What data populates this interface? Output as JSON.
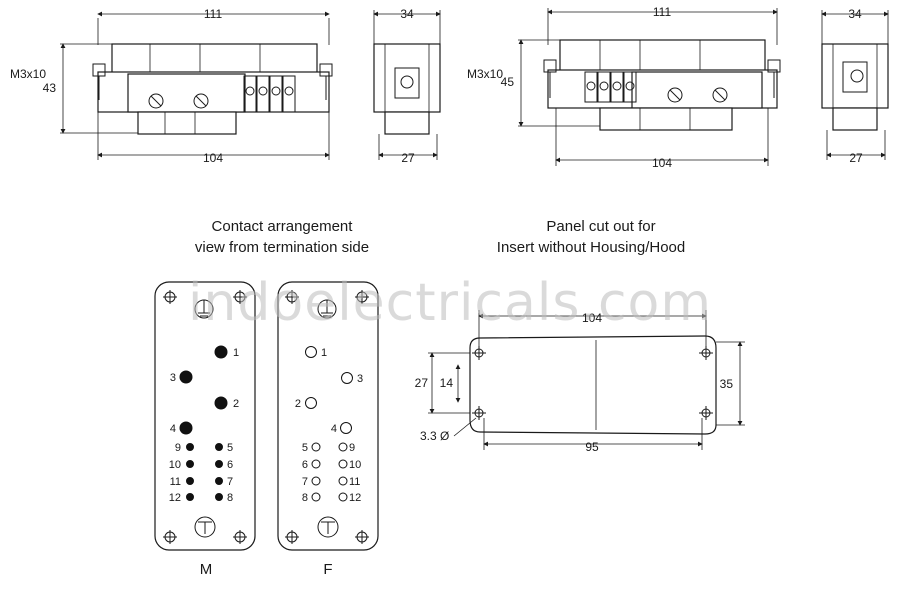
{
  "top_views": {
    "left_front": {
      "width": "111",
      "height": "43",
      "bottom": "104",
      "screw": "M3x10"
    },
    "left_side": {
      "top": "34",
      "bottom": "27"
    },
    "right_front": {
      "width": "111",
      "height": "45",
      "bottom": "104",
      "screw": "M3x10"
    },
    "right_side": {
      "top": "34",
      "bottom": "27"
    }
  },
  "contact_section": {
    "title_line1": "Contact arrangement",
    "title_line2": "view from termination side"
  },
  "panel_section": {
    "title_line1": "Panel cut out for",
    "title_line2": "Insert without Housing/Hood",
    "dim_width": "104",
    "dim_inner": "95",
    "dim_height_outer": "27",
    "dim_height_inner": "14",
    "dim_right": "35",
    "dim_hole": "3.3 Ø"
  },
  "male_insert": {
    "label": "M",
    "pins": [
      {
        "n": "1",
        "kind": "large"
      },
      {
        "n": "2",
        "kind": "large"
      },
      {
        "n": "3",
        "kind": "large"
      },
      {
        "n": "4",
        "kind": "large"
      },
      {
        "n": "5",
        "kind": "small"
      },
      {
        "n": "6",
        "kind": "small"
      },
      {
        "n": "7",
        "kind": "small"
      },
      {
        "n": "8",
        "kind": "small"
      },
      {
        "n": "9",
        "kind": "small"
      },
      {
        "n": "10",
        "kind": "small"
      },
      {
        "n": "11",
        "kind": "small"
      },
      {
        "n": "12",
        "kind": "small"
      }
    ]
  },
  "female_insert": {
    "label": "F",
    "pins": [
      {
        "n": "1",
        "kind": "large"
      },
      {
        "n": "2",
        "kind": "large"
      },
      {
        "n": "3",
        "kind": "large"
      },
      {
        "n": "4",
        "kind": "large"
      },
      {
        "n": "5",
        "kind": "small"
      },
      {
        "n": "6",
        "kind": "small"
      },
      {
        "n": "7",
        "kind": "small"
      },
      {
        "n": "8",
        "kind": "small"
      },
      {
        "n": "9",
        "kind": "small"
      },
      {
        "n": "10",
        "kind": "small"
      },
      {
        "n": "11",
        "kind": "small"
      },
      {
        "n": "12",
        "kind": "small"
      }
    ]
  },
  "watermark": "indoelectricals.com"
}
